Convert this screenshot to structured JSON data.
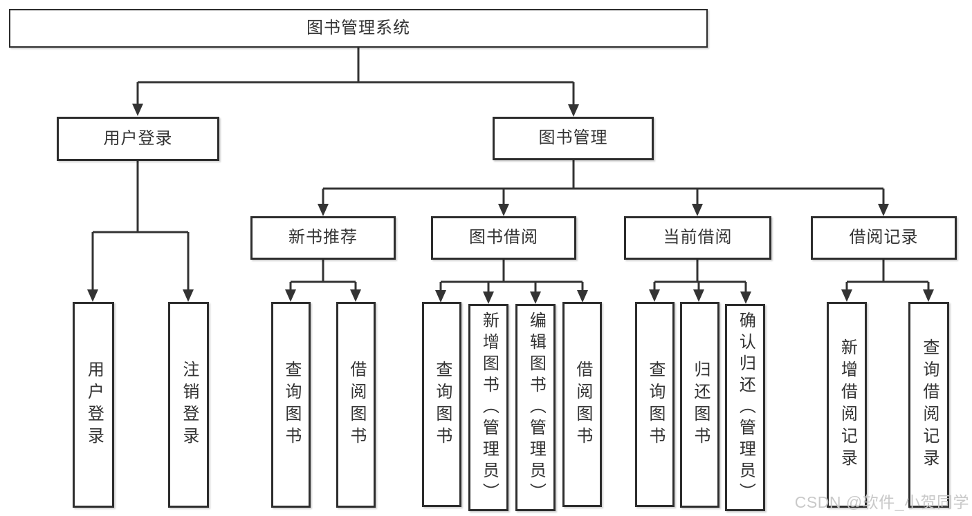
{
  "diagram": {
    "watermark": "CSDN @软件_小贺同学",
    "colors": {
      "line": "#333333",
      "box_border": "#2d2d2d",
      "text": "#333333",
      "background": "#ffffff",
      "watermark": "#c6c6c6"
    },
    "nodes": {
      "root": {
        "label": "图书管理系统"
      },
      "user_login": {
        "label": "用户登录"
      },
      "book_mgmt": {
        "label": "图书管理"
      },
      "new_book_rec": {
        "label": "新书推荐"
      },
      "book_borrow": {
        "label": "图书借阅"
      },
      "current_borrow": {
        "label": "当前借阅"
      },
      "borrow_record": {
        "label": "借阅记录"
      },
      "leaf_user_login": {
        "label": "用户登录"
      },
      "leaf_logout": {
        "label": "注销登录"
      },
      "leaf_nb_query": {
        "label": "查询图书"
      },
      "leaf_nb_borrow": {
        "label": "借阅图书"
      },
      "leaf_bb_query": {
        "label": "查询图书"
      },
      "leaf_bb_add": {
        "label": "新增图书（管理员）"
      },
      "leaf_bb_edit": {
        "label": "编辑图书（管理员）"
      },
      "leaf_bb_borrow": {
        "label": "借阅图书"
      },
      "leaf_cb_query": {
        "label": "查询图书"
      },
      "leaf_cb_return": {
        "label": "归还图书"
      },
      "leaf_cb_confirm": {
        "label": "确认归还（管理员）"
      },
      "leaf_br_add": {
        "label": "新增借阅记录"
      },
      "leaf_br_query": {
        "label": "查询借阅记录"
      }
    }
  }
}
